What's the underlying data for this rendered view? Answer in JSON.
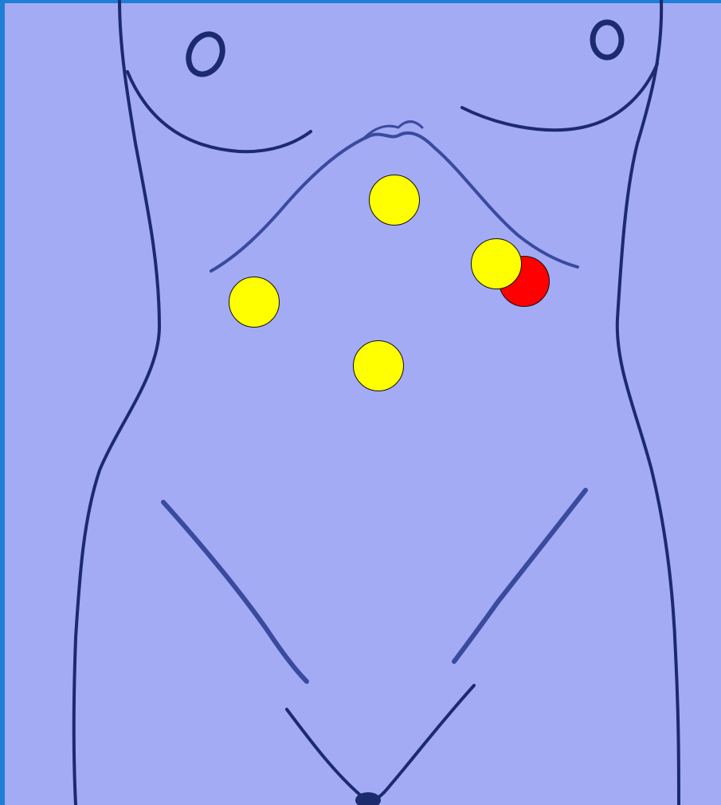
{
  "colors": {
    "background": "#a3abf5",
    "frame": "#1e7fd6",
    "outline": "#1c2a6e",
    "outline_soft": "#3a4a9e",
    "marker_yellow": "#ffff00",
    "marker_red": "#ff0000",
    "marker_border": "#111111"
  },
  "markers": [
    {
      "id": "m-epigastric",
      "color": "yellow"
    },
    {
      "id": "m-left-red",
      "color": "red"
    },
    {
      "id": "m-left-yellow",
      "color": "yellow"
    },
    {
      "id": "m-right",
      "color": "yellow"
    },
    {
      "id": "m-umbilical",
      "color": "yellow"
    }
  ]
}
